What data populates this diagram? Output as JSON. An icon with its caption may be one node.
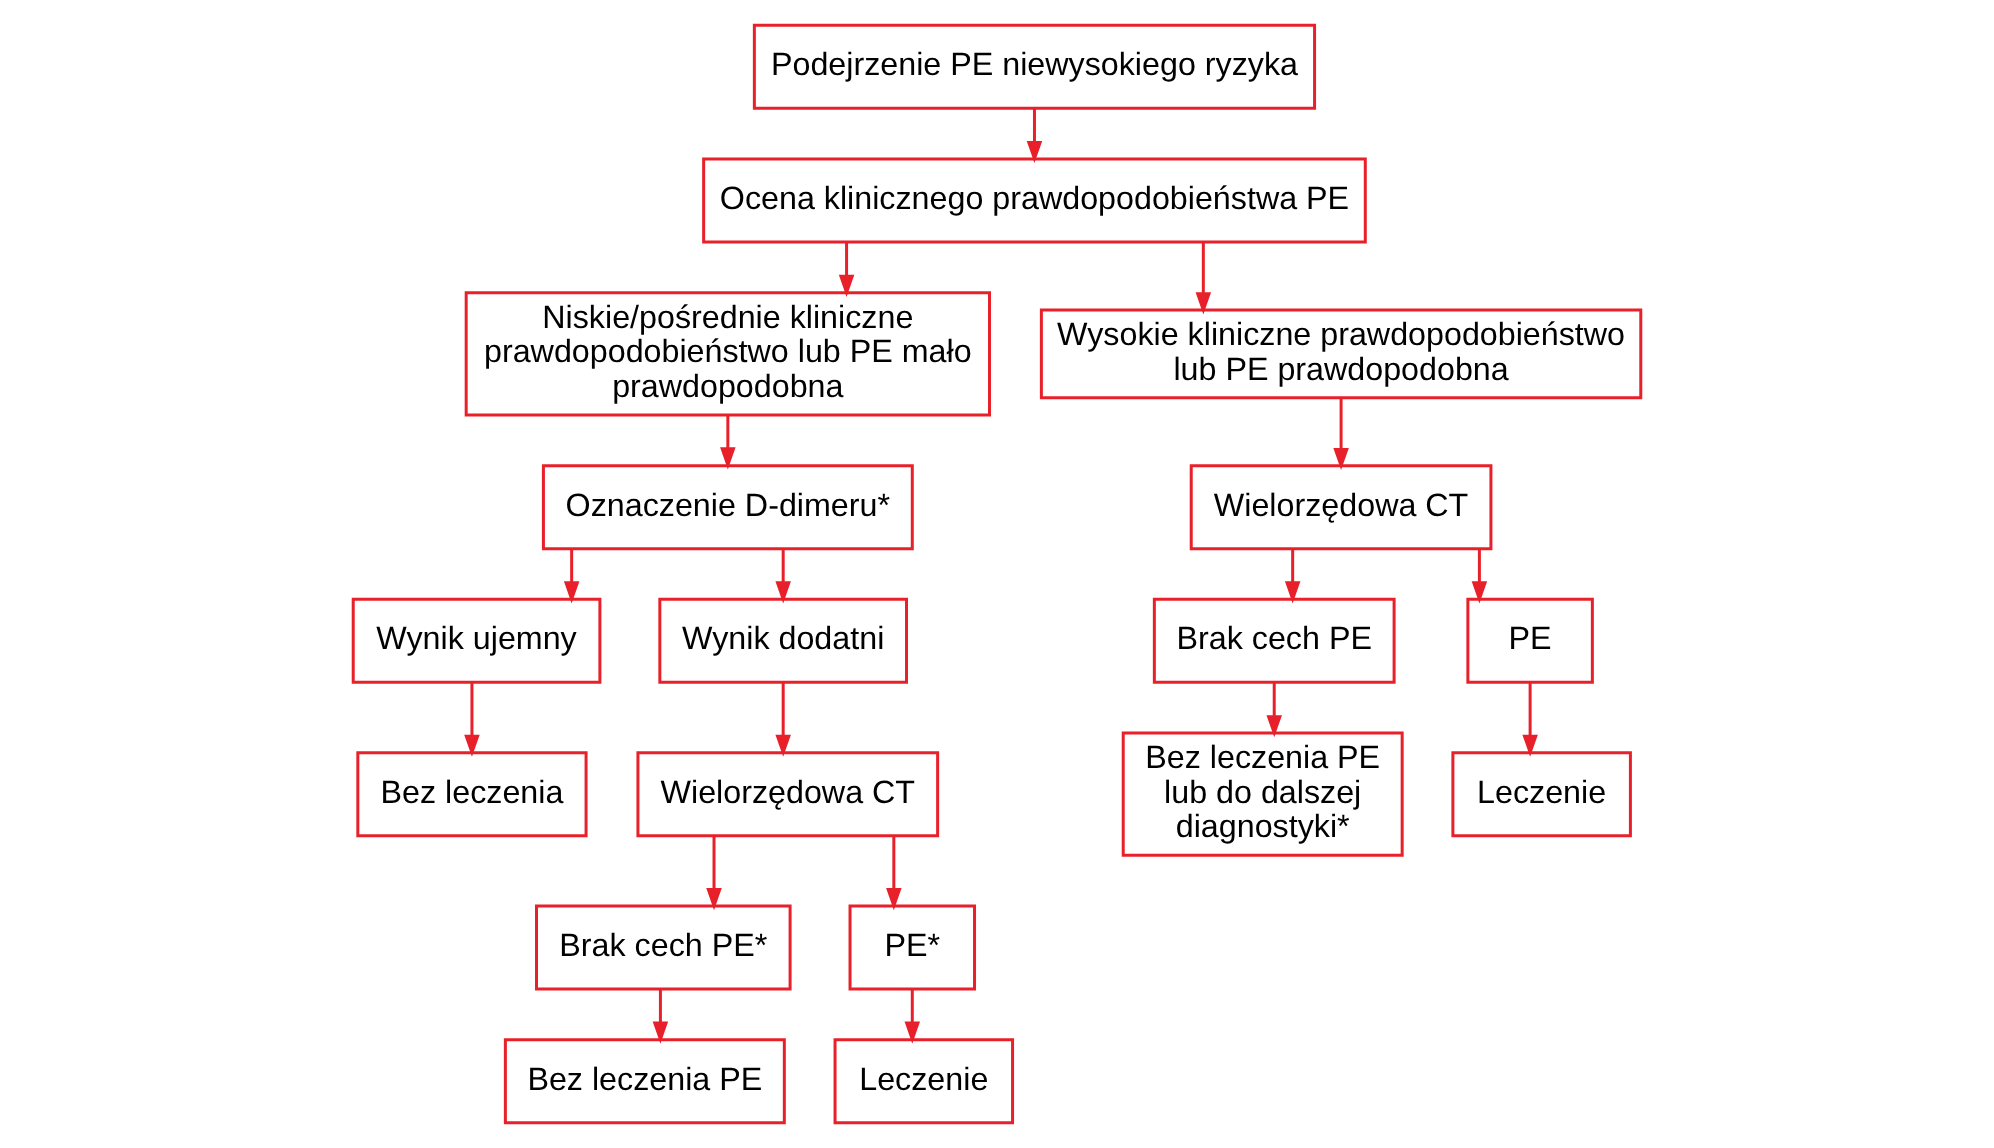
{
  "diagram": {
    "nodes": [
      {
        "text": [
          "Podejrzenie PE niewysokiego ryzyka"
        ]
      },
      {
        "text": [
          "Ocena klinicznego prawdopodobieństwa PE"
        ]
      },
      {
        "text": [
          "Niskie/pośrednie kliniczne prawdopodobieństwo lub PE mało prawdopodobna"
        ]
      },
      {
        "text": [
          "Wysokie kliniczne prawdopodobieństwo lub PE prawdopodobna"
        ]
      },
      {
        "text": [
          "Oznaczenie D-dimeru*"
        ]
      },
      {
        "text": [
          "Wielorzędowa CT"
        ]
      },
      {
        "text": [
          "Wynik ujemny"
        ]
      },
      {
        "text": [
          "Wynik dodatni"
        ]
      },
      {
        "text": [
          "Brak cech PE"
        ]
      },
      {
        "text": [
          "PE"
        ]
      },
      {
        "text": [
          "Bez leczenia"
        ]
      },
      {
        "text": [
          "Wielorzędowa CT"
        ]
      },
      {
        "text": [
          "Bez leczenia PE lub do dalszej diagnostyki*"
        ]
      },
      {
        "text": [
          "Leczenie"
        ]
      },
      {
        "text": [
          "Brak cech PE*"
        ]
      },
      {
        "text": [
          "PE*"
        ]
      },
      {
        "text": [
          "Bez leczenia PE"
        ]
      },
      {
        "text": [
          "Leczenie"
        ]
      }
    ],
    "edges": [
      {
        "from": 0,
        "to": 1,
        "arrow": "to"
      },
      {
        "from": 1,
        "to": 2,
        "arrow": "to"
      },
      {
        "from": 1,
        "to": 3,
        "arrow": "to"
      },
      {
        "from": 2,
        "to": 4,
        "arrow": "to"
      },
      {
        "from": 4,
        "to": 6,
        "arrow": "to"
      },
      {
        "from": 4,
        "to": 7,
        "arrow": "to"
      },
      {
        "from": 6,
        "to": 10,
        "arrow": "to"
      },
      {
        "from": 7,
        "to": 11,
        "arrow": "to"
      },
      {
        "from": 11,
        "to": 14,
        "arrow": "to"
      },
      {
        "from": 11,
        "to": 15,
        "arrow": "to"
      },
      {
        "from": 14,
        "to": 16,
        "arrow": "to"
      },
      {
        "from": 15,
        "to": 17,
        "arrow": "to"
      },
      {
        "from": 3,
        "to": 5,
        "arrow": "to"
      },
      {
        "from": 5,
        "to": 8,
        "arrow": "to"
      },
      {
        "from": 5,
        "to": 9,
        "arrow": "to"
      },
      {
        "from": 8,
        "to": 12,
        "arrow": "to"
      },
      {
        "from": 9,
        "to": 13,
        "arrow": "to"
      }
    ]
  }
}
